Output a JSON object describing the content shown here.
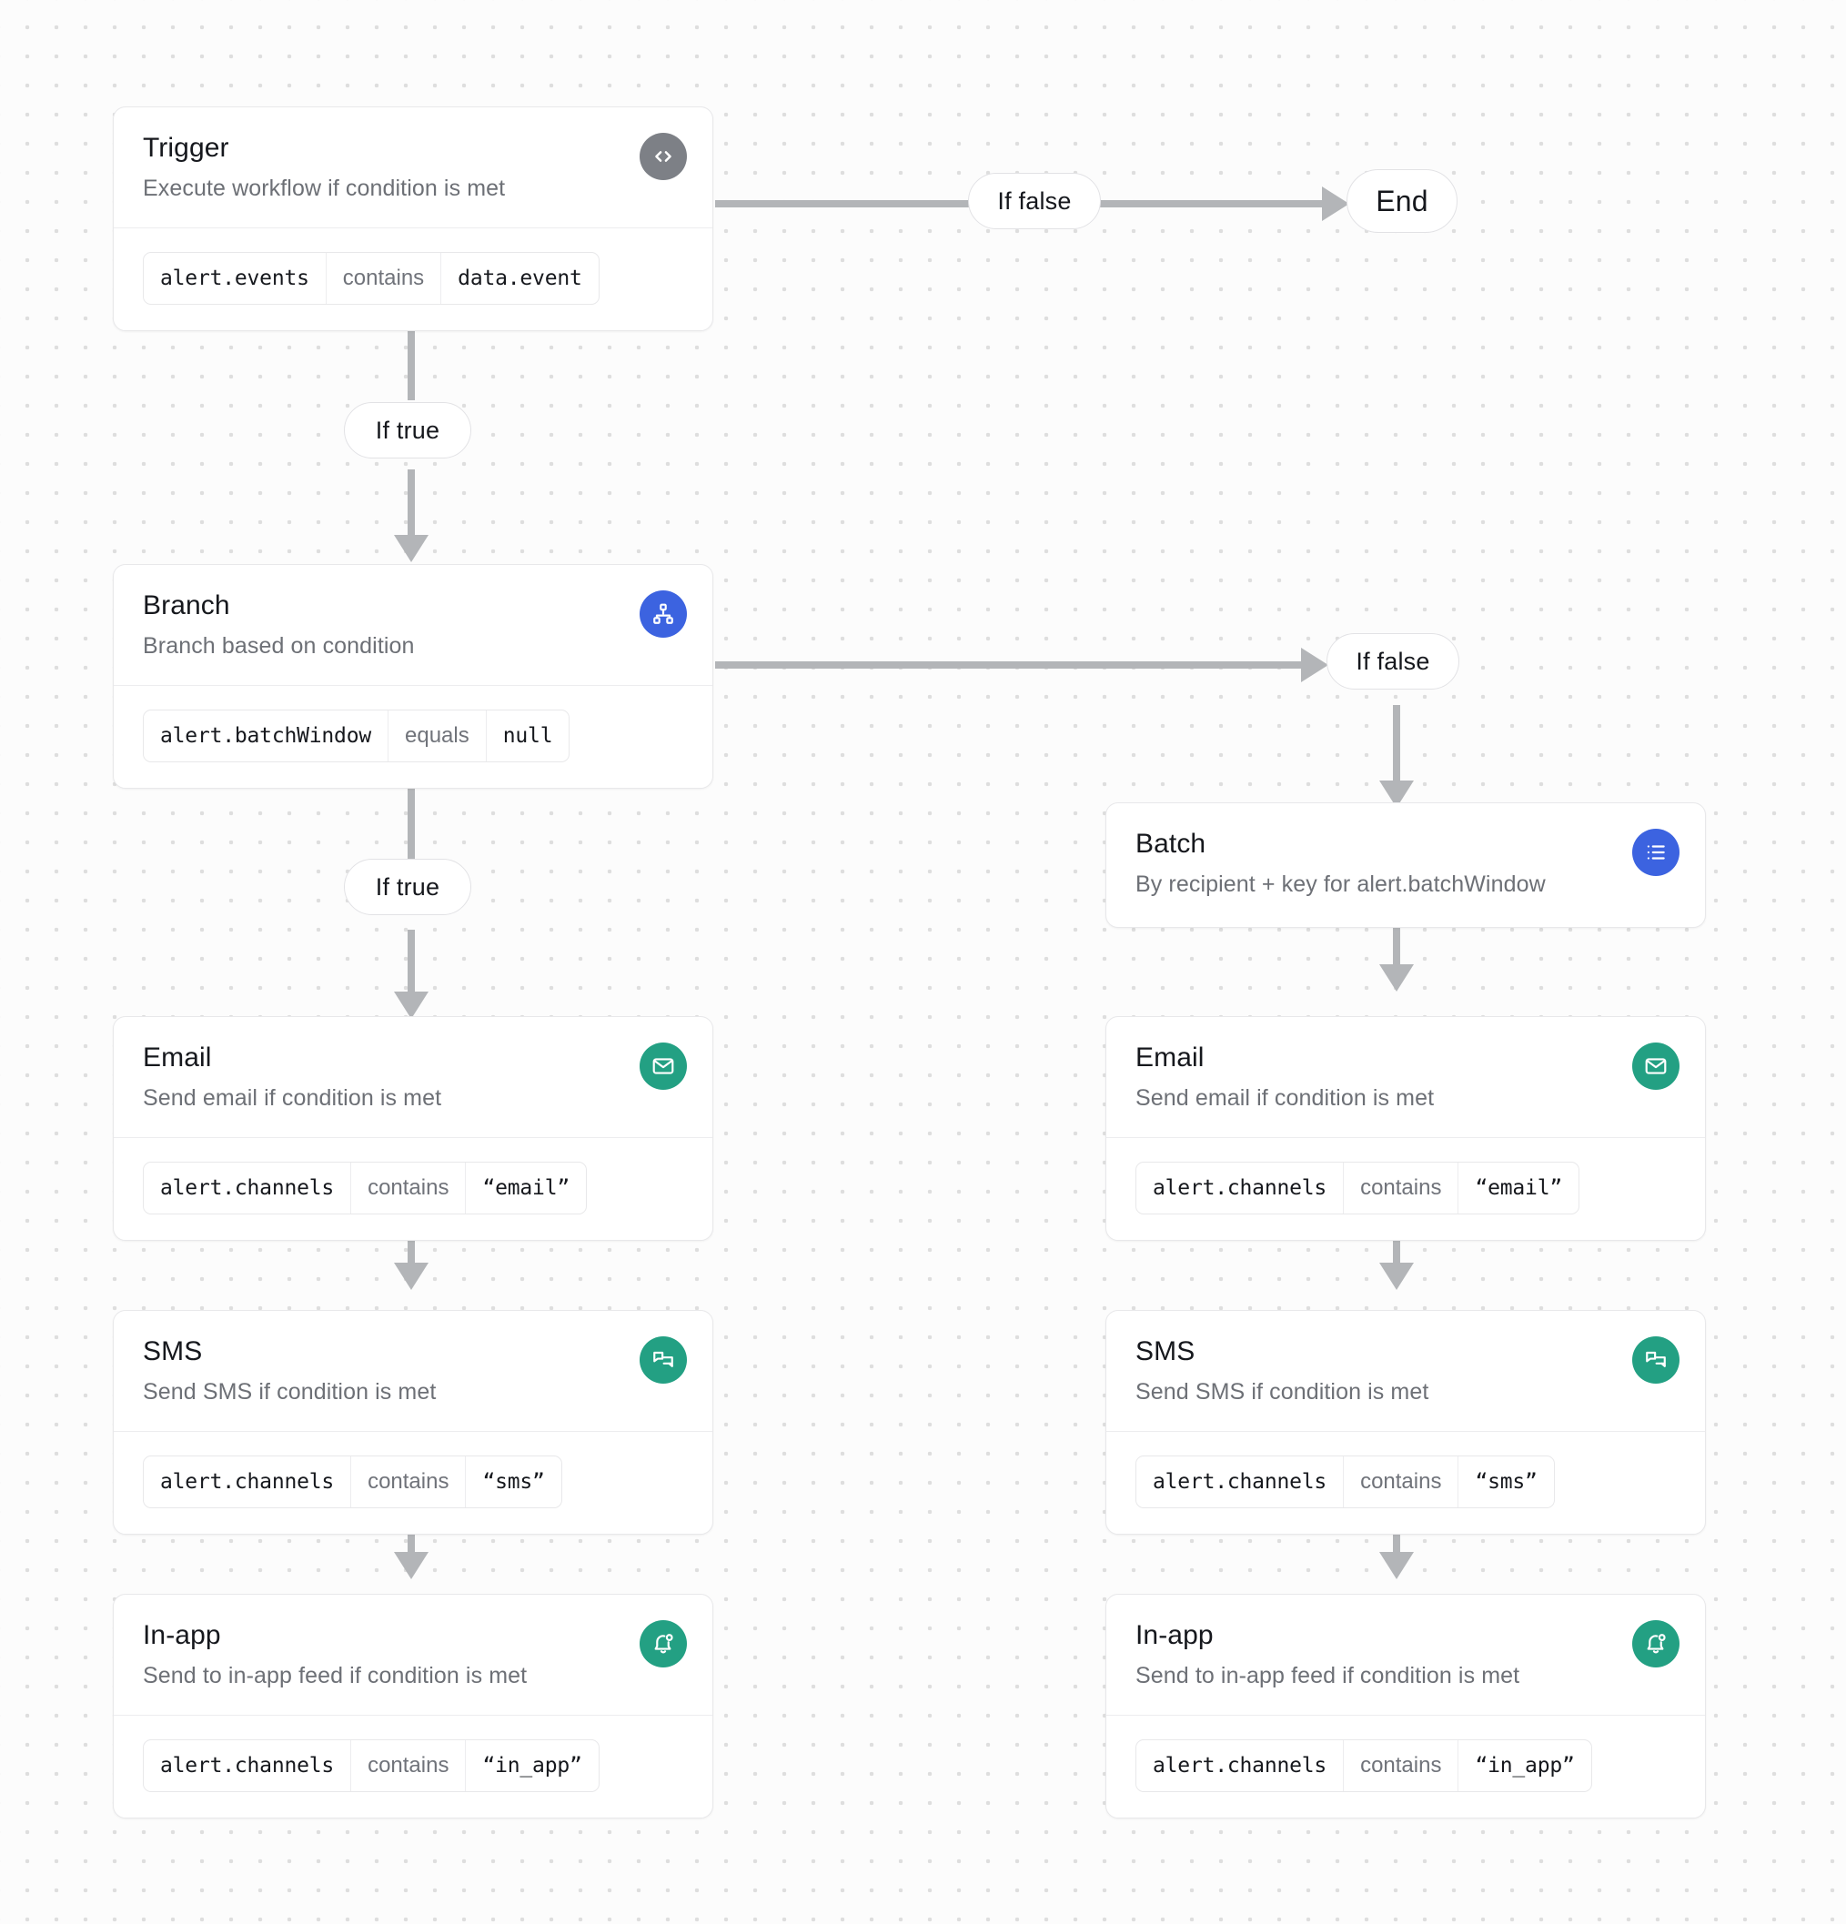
{
  "diagram": {
    "type": "workflow-flowchart",
    "background": "#fcfcfc",
    "accent_colors": {
      "trigger": "#7d8086",
      "branch": "#3c63e0",
      "batch": "#3c63e0",
      "channel": "#23a083",
      "connector": "#b3b5b8"
    }
  },
  "nodes": {
    "trigger": {
      "title": "Trigger",
      "subtitle": "Execute workflow if condition is met",
      "icon": "code-icon",
      "condition": {
        "field": "alert.events",
        "operator": "contains",
        "value": "data.event"
      }
    },
    "branch": {
      "title": "Branch",
      "subtitle": "Branch based on condition",
      "icon": "hierarchy-icon",
      "condition": {
        "field": "alert.batchWindow",
        "operator": "equals",
        "value": "null"
      }
    },
    "batch": {
      "title": "Batch",
      "subtitle": "By recipient + key for alert.batchWindow",
      "icon": "list-icon"
    },
    "email_left": {
      "title": "Email",
      "subtitle": "Send email if condition is met",
      "icon": "envelope-icon",
      "condition": {
        "field": "alert.channels",
        "operator": "contains",
        "value": "“email”"
      }
    },
    "sms_left": {
      "title": "SMS",
      "subtitle": "Send SMS if condition is met",
      "icon": "chat-bubbles-icon",
      "condition": {
        "field": "alert.channels",
        "operator": "contains",
        "value": "“sms”"
      }
    },
    "inapp_left": {
      "title": "In-app",
      "subtitle": "Send to in-app feed if condition is met",
      "icon": "bell-icon",
      "condition": {
        "field": "alert.channels",
        "operator": "contains",
        "value": "“in_app”"
      }
    },
    "email_right": {
      "title": "Email",
      "subtitle": "Send email if condition is met",
      "icon": "envelope-icon",
      "condition": {
        "field": "alert.channels",
        "operator": "contains",
        "value": "“email”"
      }
    },
    "sms_right": {
      "title": "SMS",
      "subtitle": "Send SMS if condition is met",
      "icon": "chat-bubbles-icon",
      "condition": {
        "field": "alert.channels",
        "operator": "contains",
        "value": "“sms”"
      }
    },
    "inapp_right": {
      "title": "In-app",
      "subtitle": "Send to in-app feed if condition is met",
      "icon": "bell-icon",
      "condition": {
        "field": "alert.channels",
        "operator": "contains",
        "value": "“in_app”"
      }
    }
  },
  "pills": {
    "trigger_false": "If false",
    "trigger_true": "If true",
    "branch_false": "If false",
    "branch_true": "If true",
    "end": "End"
  }
}
